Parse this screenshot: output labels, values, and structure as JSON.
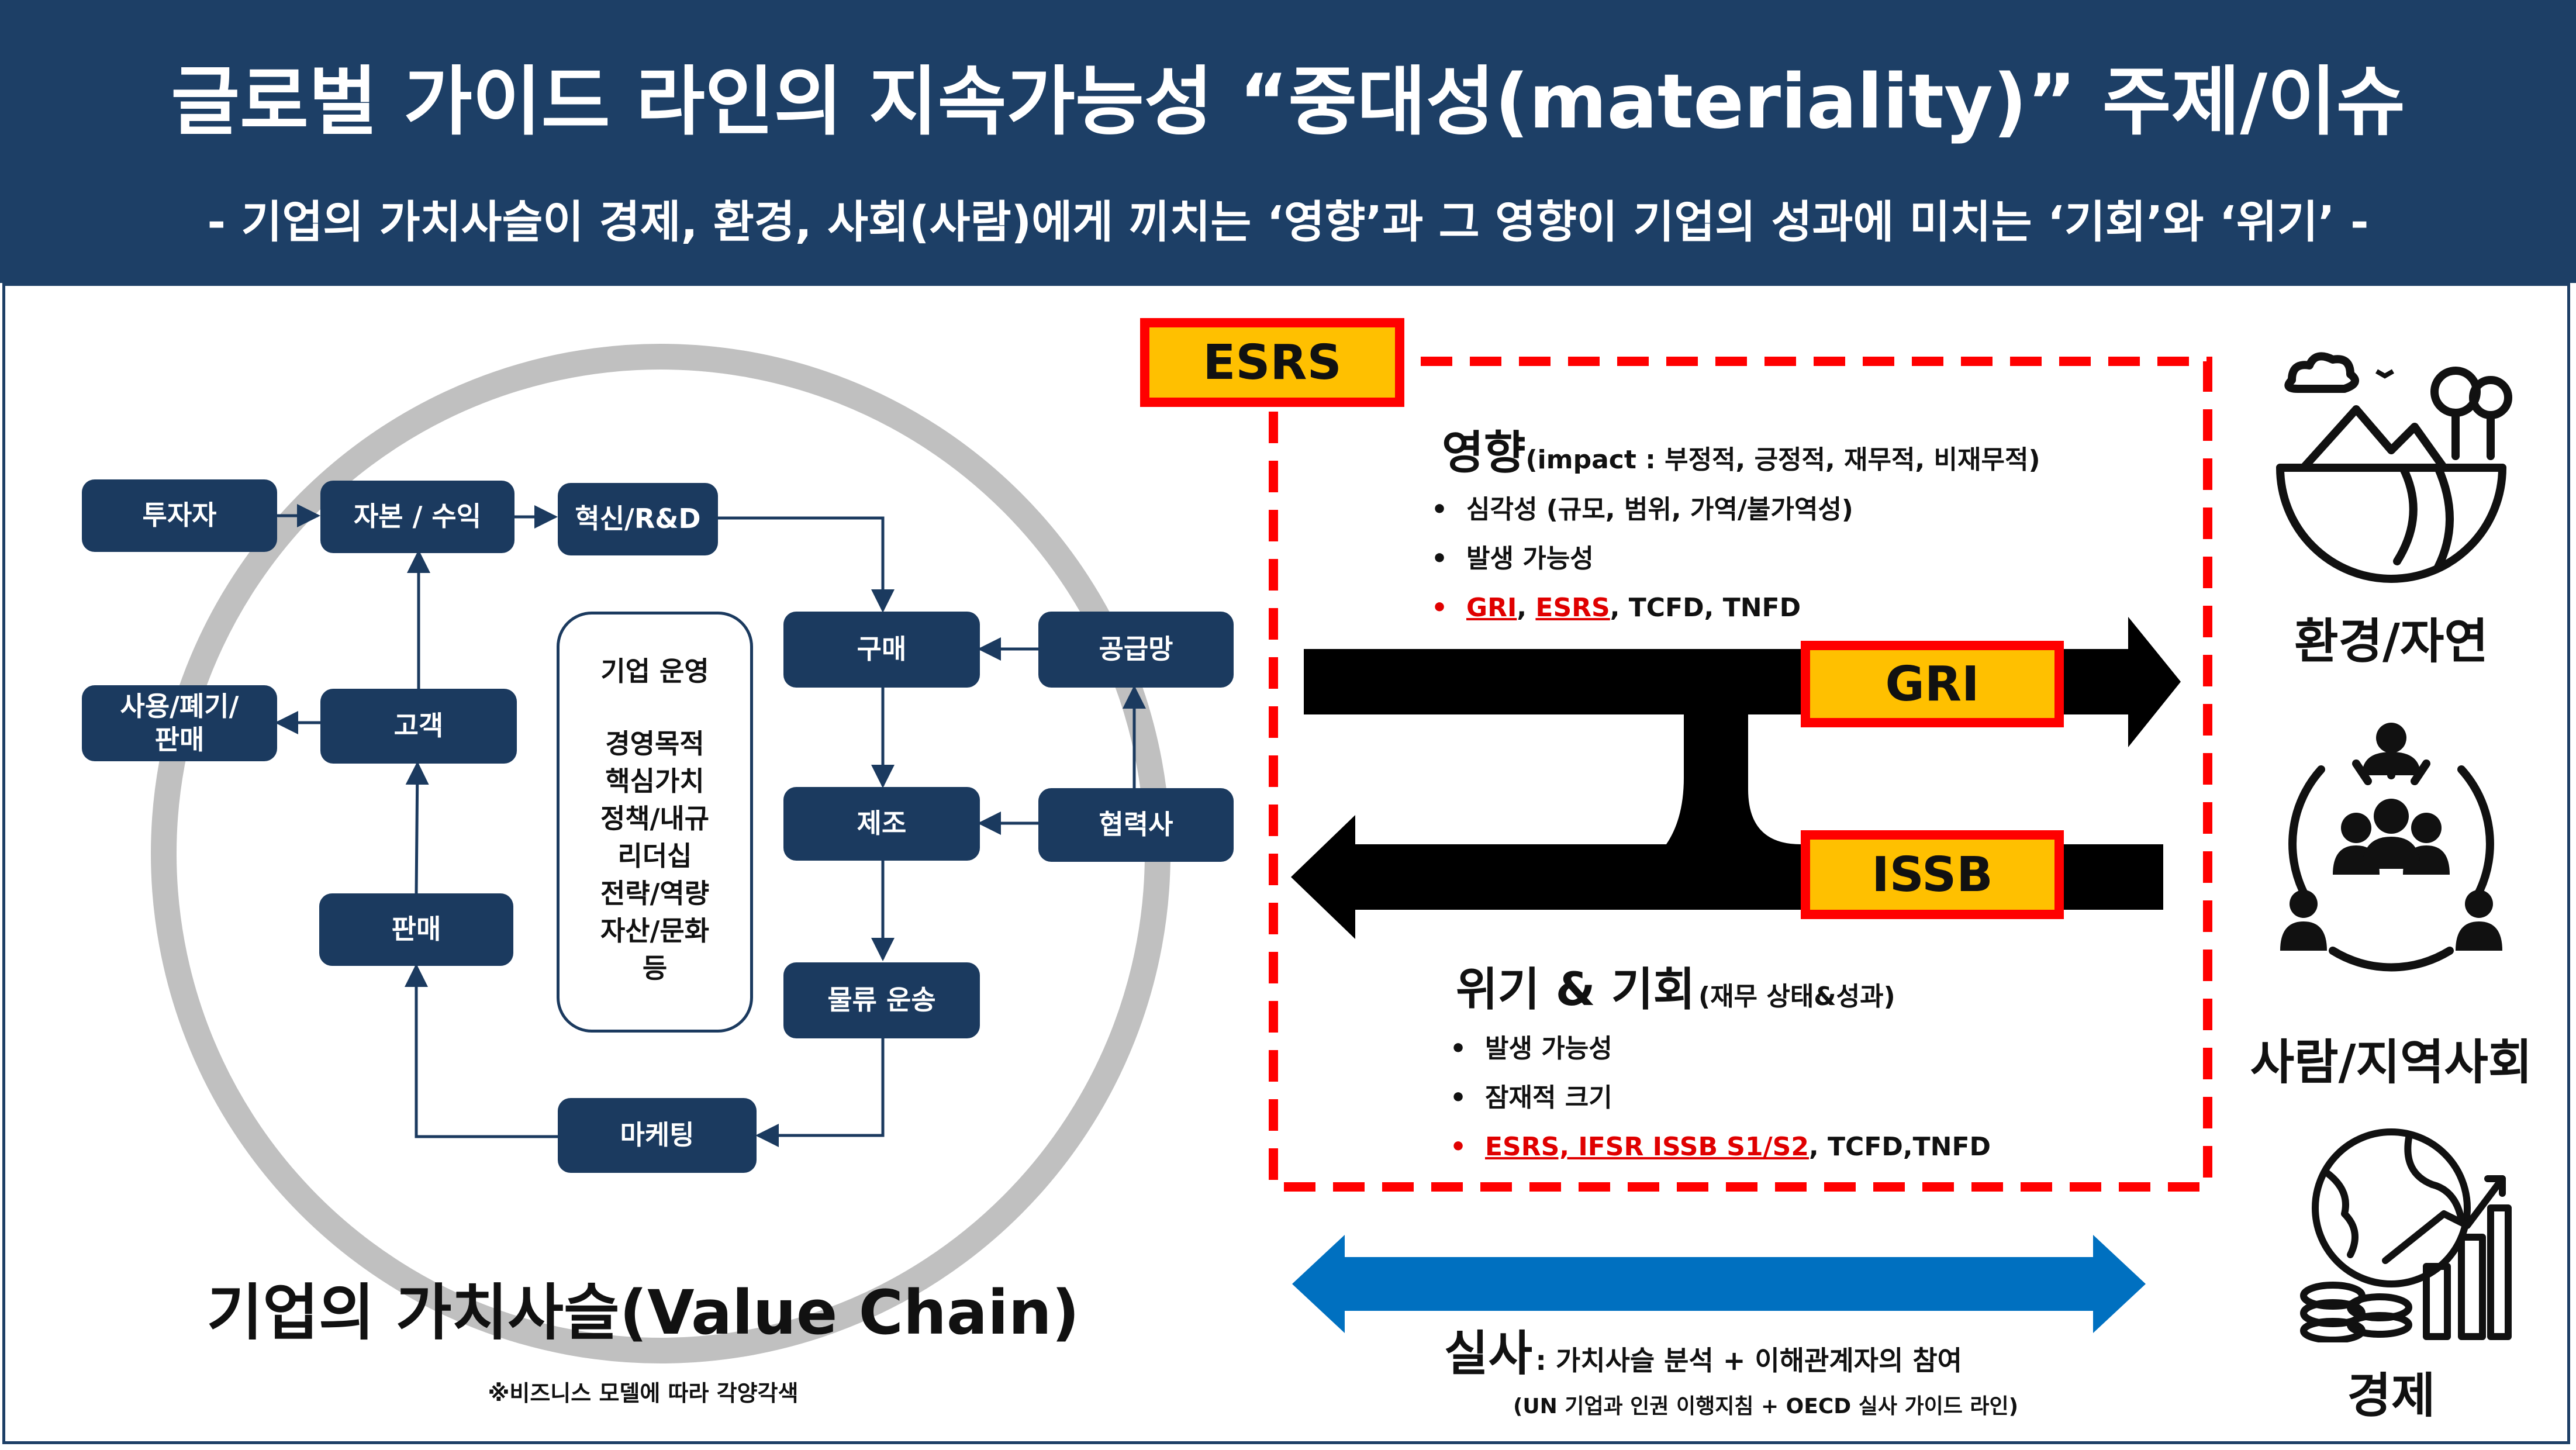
{
  "header": {
    "title": "글로벌 가이드 라인의 지속가능성 “중대성(materiality)” 주제/이슈",
    "subtitle": "- 기업의 가치사슬이 경제, 환경, 사회(사람)에게 끼치는 ‘영향’과 그 영향이 기업의 성과에 미치는 ‘기회’와 ‘위기’ -"
  },
  "value_chain": {
    "boxes": {
      "investor": "투자자",
      "capital": "자본 / 수익",
      "innovation": "혁신/R&D",
      "purchase": "구매",
      "supply_chain": "공급망",
      "use_disposal": "사용/폐기/\n판매",
      "customer": "고객",
      "manufacture": "제조",
      "partner": "협력사",
      "sales": "판매",
      "logistics": "물류 운송",
      "marketing": "마케팅"
    },
    "operations": {
      "title": "기업 운영",
      "items": "경영목적\n핵심가치\n정책/내규\n리더십\n전략/역량\n자산/문화\n등"
    },
    "title": "기업의 가치사슬(Value Chain)",
    "note": "※비즈니스 모델에 따라 각양각색"
  },
  "materiality": {
    "esrs_tag": "ESRS",
    "gri_tag": "GRI",
    "issb_tag": "ISSB",
    "impact": {
      "title": "영향",
      "subtitle": "(impact : 부정적, 긍정적, 재무적, 비재무적)",
      "bullets": [
        "심각성 (규모, 범위, 가역/불가역성)",
        "발생 가능성"
      ],
      "standards": {
        "gri": "GRI",
        "sep1": ", ",
        "esrs": "ESRS",
        "rest": ", TCFD, TNFD"
      }
    },
    "risk_opportunity": {
      "title": "위기 & 기회",
      "subtitle": "(재무 상태&성과)",
      "bullets": [
        "발생 가능성",
        "잠재적 크기"
      ],
      "standards": {
        "red": "ESRS, IFSR ISSB S1/S2",
        "rest": ", TCFD,TNFD"
      }
    },
    "bullet_char": "•",
    "colors": {
      "red": "#e00000",
      "tag_fill": "#ffc000",
      "tag_border": "#ff0000",
      "navy": "#1b3a5f",
      "blue_arrow": "#0070c0"
    }
  },
  "practice": {
    "title": "실사",
    "desc": ": 가치사슬 분석 + 이해관계자의 참여",
    "reference": "(UN 기업과 인권 이행지침 + OECD 실사 가이드 라인)"
  },
  "stakeholders": [
    {
      "label": "환경/자연",
      "icon": "nature-icon"
    },
    {
      "label": "사람/지역사회",
      "icon": "community-icon"
    },
    {
      "label": "경제",
      "icon": "economy-icon"
    }
  ]
}
